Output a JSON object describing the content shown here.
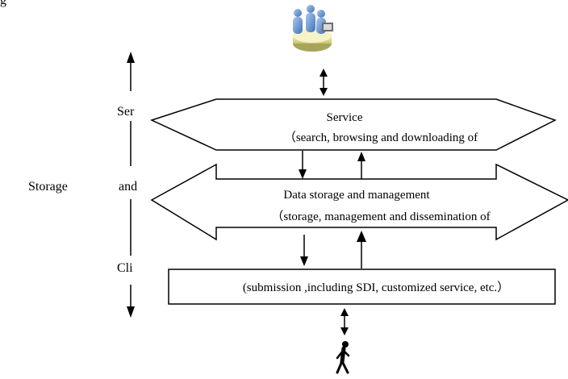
{
  "labels": {
    "top_cut": "g",
    "storage": "Storage",
    "axis_top": "Ser",
    "axis_mid": "and",
    "axis_bottom": "Cli"
  },
  "layers": {
    "service": {
      "title": "Service",
      "subtitle": "（search, browsing and downloading of"
    },
    "data": {
      "title": "Data storage and management",
      "subtitle": "（storage, management and dissemination of"
    },
    "client": {
      "subtitle": "(submission ,including SDI, customized service, etc.）"
    }
  },
  "icons": {
    "top": "users-at-computer-icon",
    "bottom": "walking-person-icon"
  }
}
